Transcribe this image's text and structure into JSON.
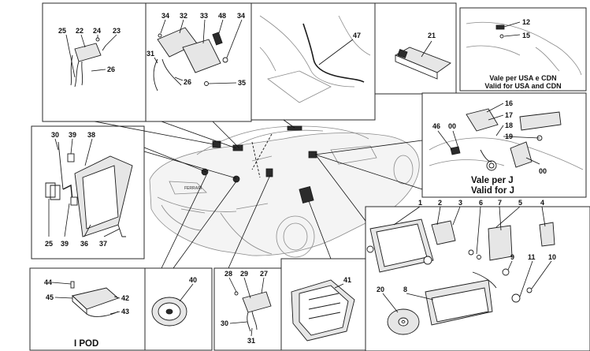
{
  "diagram": {
    "captions": {
      "usa_it": "Vale per USA e CDN",
      "usa_en": "Valid for USA and CDN",
      "japan_it": "Vale per J",
      "japan_en": "Valid for J",
      "ipod": "I POD"
    },
    "labels": [
      {
        "id": "p25a",
        "text": "25"
      },
      {
        "id": "p22",
        "text": "22"
      },
      {
        "id": "p24",
        "text": "24"
      },
      {
        "id": "p23",
        "text": "23"
      },
      {
        "id": "p26a",
        "text": "26"
      },
      {
        "id": "p34a",
        "text": "34"
      },
      {
        "id": "p32",
        "text": "32"
      },
      {
        "id": "p33",
        "text": "33"
      },
      {
        "id": "p48",
        "text": "48"
      },
      {
        "id": "p34b",
        "text": "34"
      },
      {
        "id": "p31a",
        "text": "31"
      },
      {
        "id": "p26b",
        "text": "26"
      },
      {
        "id": "p35",
        "text": "35"
      },
      {
        "id": "p47",
        "text": "47"
      },
      {
        "id": "p21",
        "text": "21"
      },
      {
        "id": "p12",
        "text": "12"
      },
      {
        "id": "p15",
        "text": "15"
      },
      {
        "id": "p16",
        "text": "16"
      },
      {
        "id": "p17",
        "text": "17"
      },
      {
        "id": "p18",
        "text": "18"
      },
      {
        "id": "p19",
        "text": "19"
      },
      {
        "id": "p46",
        "text": "46"
      },
      {
        "id": "p00a",
        "text": "00"
      },
      {
        "id": "p00b",
        "text": "00"
      },
      {
        "id": "p30a",
        "text": "30"
      },
      {
        "id": "p39a",
        "text": "39"
      },
      {
        "id": "p38",
        "text": "38"
      },
      {
        "id": "p25b",
        "text": "25"
      },
      {
        "id": "p39b",
        "text": "39"
      },
      {
        "id": "p36",
        "text": "36"
      },
      {
        "id": "p37",
        "text": "37"
      },
      {
        "id": "p1",
        "text": "1"
      },
      {
        "id": "p2",
        "text": "2"
      },
      {
        "id": "p3",
        "text": "3"
      },
      {
        "id": "p6",
        "text": "6"
      },
      {
        "id": "p7",
        "text": "7"
      },
      {
        "id": "p5",
        "text": "5"
      },
      {
        "id": "p4",
        "text": "4"
      },
      {
        "id": "p9",
        "text": "9"
      },
      {
        "id": "p11",
        "text": "11"
      },
      {
        "id": "p10",
        "text": "10"
      },
      {
        "id": "p20",
        "text": "20"
      },
      {
        "id": "p8",
        "text": "8"
      },
      {
        "id": "p44",
        "text": "44"
      },
      {
        "id": "p42",
        "text": "42"
      },
      {
        "id": "p45",
        "text": "45"
      },
      {
        "id": "p43",
        "text": "43"
      },
      {
        "id": "p40",
        "text": "40"
      },
      {
        "id": "p28",
        "text": "28"
      },
      {
        "id": "p29",
        "text": "29"
      },
      {
        "id": "p27",
        "text": "27"
      },
      {
        "id": "p30b",
        "text": "30"
      },
      {
        "id": "p31b",
        "text": "31"
      },
      {
        "id": "p41",
        "text": "41"
      }
    ]
  }
}
